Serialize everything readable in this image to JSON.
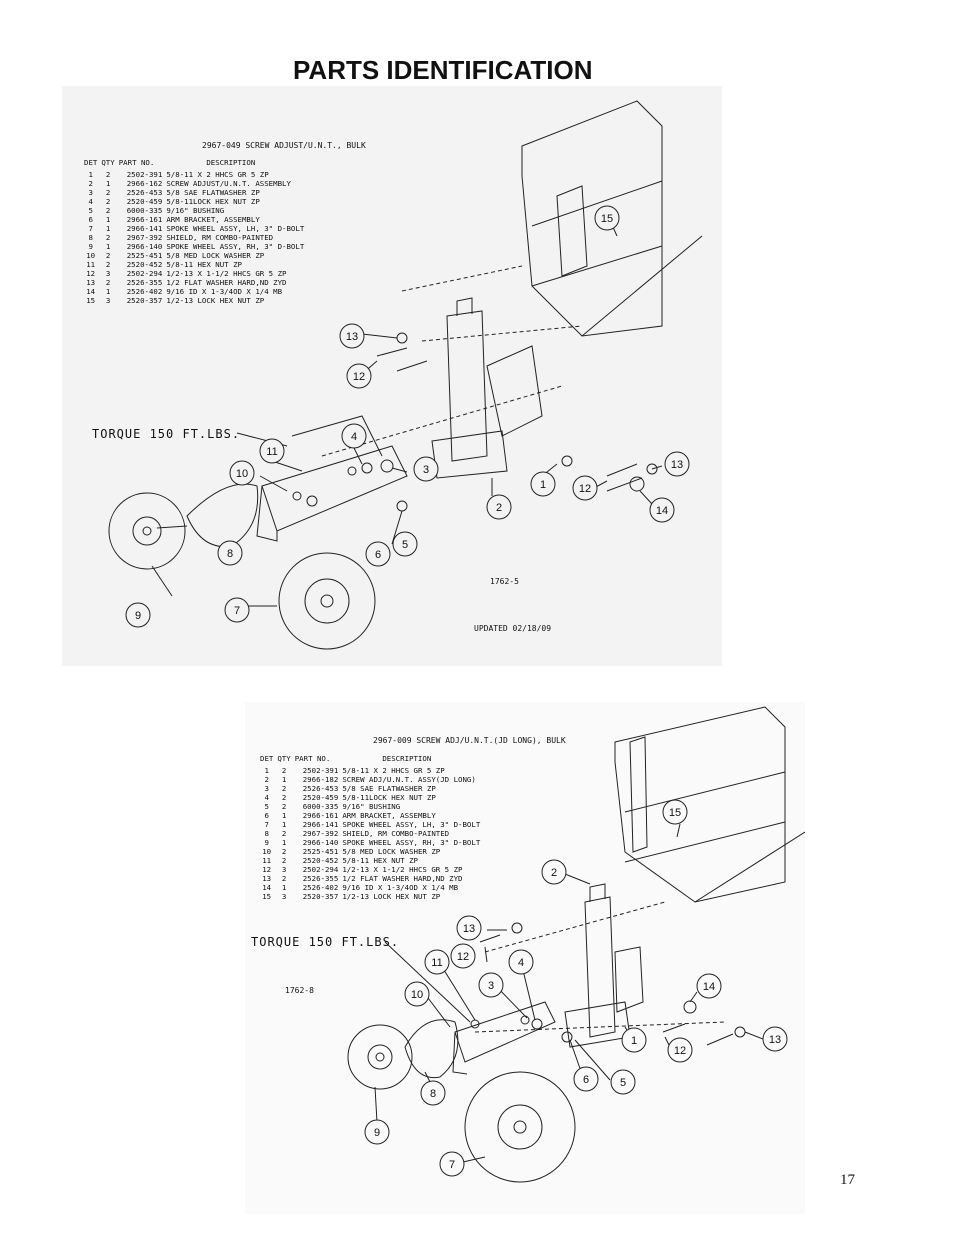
{
  "page": {
    "title": "PARTS IDENTIFICATION",
    "page_number": "17"
  },
  "diagram1": {
    "heading": "2967-049 SCREW ADJUST/U.N.T., BULK",
    "columns": [
      "DET",
      "QTY",
      "PART NO.",
      "DESCRIPTION"
    ],
    "rows": [
      [
        "1",
        "2",
        "2502-391",
        "5/8-11 X 2 HHCS GR 5 ZP"
      ],
      [
        "2",
        "1",
        "2966-162",
        "SCREW ADJUST/U.N.T. ASSEMBLY"
      ],
      [
        "3",
        "2",
        "2526-453",
        "5/8 SAE FLATWASHER ZP"
      ],
      [
        "4",
        "2",
        "2520-459",
        "5/8-11LOCK HEX NUT ZP"
      ],
      [
        "5",
        "2",
        "6000-335",
        "9/16\" BUSHING"
      ],
      [
        "6",
        "1",
        "2966-161",
        "ARM BRACKET, ASSEMBLY"
      ],
      [
        "7",
        "1",
        "2966-141",
        "SPOKE WHEEL ASSY, LH, 3\" D-BOLT"
      ],
      [
        "8",
        "2",
        "2967-392",
        "SHIELD, RM COMBO-PAINTED"
      ],
      [
        "9",
        "1",
        "2966-140",
        "SPOKE WHEEL ASSY, RH, 3\" D-BOLT"
      ],
      [
        "10",
        "2",
        "2525-451",
        "5/8 MED LOCK WASHER ZP"
      ],
      [
        "11",
        "2",
        "2520-452",
        "5/8-11 HEX NUT ZP"
      ],
      [
        "12",
        "3",
        "2502-294",
        "1/2-13 X 1-1/2 HHCS GR 5 ZP"
      ],
      [
        "13",
        "2",
        "2526-355",
        "1/2 FLAT WASHER HARD,ND ZYD"
      ],
      [
        "14",
        "1",
        "2526-402",
        "9/16 ID X 1-3/4OD X 1/4 MB"
      ],
      [
        "15",
        "3",
        "2520-357",
        "1/2-13 LOCK HEX NUT ZP"
      ]
    ],
    "torque_label": "TORQUE 150 FT.LBS.",
    "drawing_number": "1762-5",
    "updated": "UPDATED 02/18/09",
    "callouts": [
      "1",
      "2",
      "3",
      "4",
      "5",
      "6",
      "7",
      "8",
      "9",
      "10",
      "11",
      "12",
      "12",
      "13",
      "13",
      "14",
      "15"
    ]
  },
  "diagram2": {
    "heading": "2967-009  SCREW ADJ/U.N.T.(JD LONG), BULK",
    "columns": [
      "DET",
      "QTY",
      "PART NO.",
      "DESCRIPTION"
    ],
    "rows": [
      [
        "1",
        "2",
        "2502-391",
        "5/8-11 X 2 HHCS GR 5 ZP"
      ],
      [
        "2",
        "1",
        "2966-182",
        "SCREW ADJ/U.N.T. ASSY(JD LONG)"
      ],
      [
        "3",
        "2",
        "2526-453",
        "5/8 SAE FLATWASHER ZP"
      ],
      [
        "4",
        "2",
        "2520-459",
        "5/8-11LOCK HEX NUT ZP"
      ],
      [
        "5",
        "2",
        "6000-335",
        "9/16\" BUSHING"
      ],
      [
        "6",
        "1",
        "2966-161",
        "ARM BRACKET, ASSEMBLY"
      ],
      [
        "7",
        "1",
        "2966-141",
        "SPOKE WHEEL ASSY, LH, 3\" D-BOLT"
      ],
      [
        "8",
        "2",
        "2967-392",
        "SHIELD, RM COMBO-PAINTED"
      ],
      [
        "9",
        "1",
        "2966-140",
        "SPOKE WHEEL ASSY, RH, 3\" D-BOLT"
      ],
      [
        "10",
        "2",
        "2525-451",
        "5/8 MED LOCK WASHER ZP"
      ],
      [
        "11",
        "2",
        "2520-452",
        "5/8-11 HEX NUT ZP"
      ],
      [
        "12",
        "3",
        "2502-294",
        "1/2-13 X 1-1/2 HHCS GR 5 ZP"
      ],
      [
        "13",
        "2",
        "2526-355",
        "1/2 FLAT WASHER HARD,ND ZYD"
      ],
      [
        "14",
        "1",
        "2526-402",
        "9/16 ID X 1-3/4OD X 1/4 MB"
      ],
      [
        "15",
        "3",
        "2520-357",
        "1/2-13 LOCK HEX NUT ZP"
      ]
    ],
    "torque_label": "TORQUE 150 FT.LBS.",
    "drawing_number": "1762-8",
    "callouts": [
      "1",
      "2",
      "3",
      "4",
      "5",
      "6",
      "7",
      "8",
      "9",
      "10",
      "11",
      "12",
      "12",
      "13",
      "13",
      "14",
      "15"
    ]
  }
}
